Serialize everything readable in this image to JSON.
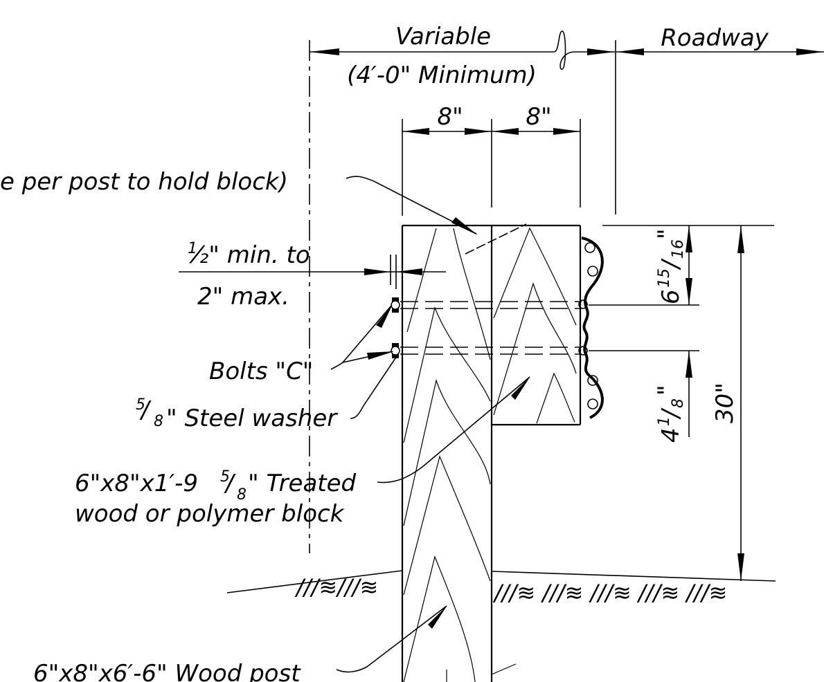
{
  "dimensions": {
    "variable": "Variable",
    "minimum": "(4′-0\" Minimum)",
    "roadway": "Roadway",
    "post_width": "8\"",
    "block_width": "8\"",
    "gap_main": "⁄₂\" min. to",
    "gap_num": "1",
    "gap_max": "2\" max.",
    "top_offset_whole": "6",
    "top_offset_num": "15",
    "top_offset_den": "16",
    "top_offset_unit": "\"",
    "bolt_spacing_whole": "4",
    "bolt_spacing_num": "1",
    "bolt_spacing_den": "8",
    "bolt_spacing_unit": "\"",
    "rail_height": "30\""
  },
  "callouts": {
    "nail": "e per post to hold block)",
    "bolts": "Bolts \"C\"",
    "washer_num": "5",
    "washer_den": "8",
    "washer_text": "\" Steel washer",
    "block_pre": "6\"x8\"x1′-9",
    "block_num": "5",
    "block_den": "8",
    "block_post": "\" Treated",
    "block_line2": "wood or polymer block",
    "post": "6\"x8\"x6′-6\" Wood post"
  },
  "ground_hatch_left": "///≋///≋",
  "ground_hatch_right": "///≋ ///≋ ///≋ ///≋ ///≋"
}
